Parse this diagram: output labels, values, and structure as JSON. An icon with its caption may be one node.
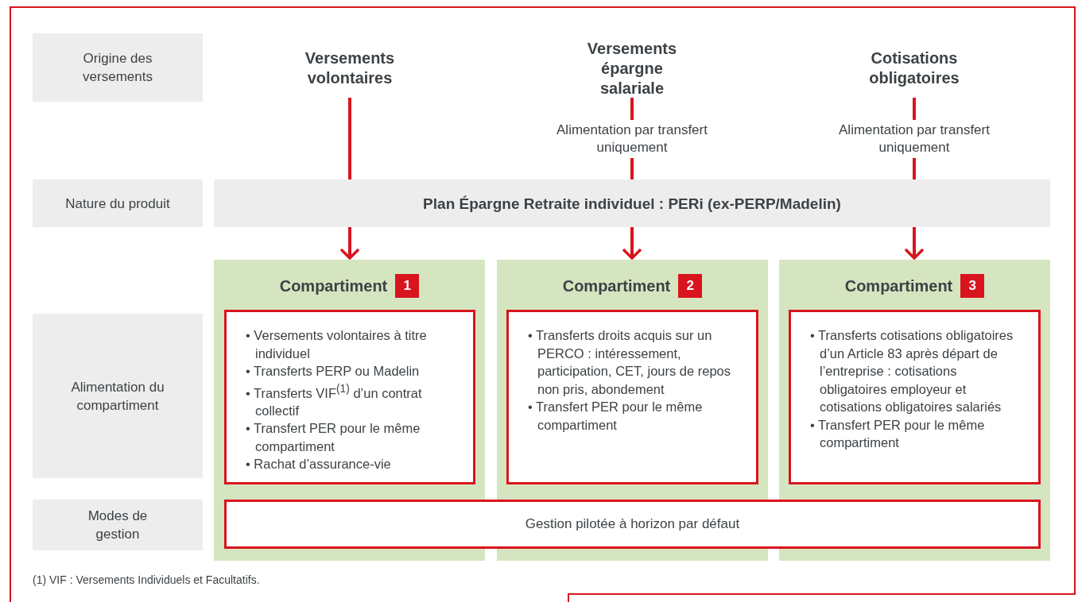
{
  "diagram": {
    "nodes": [
      {
        "text": [
          "Origine des versements"
        ]
      },
      {
        "text": [
          "Versements volontaires"
        ]
      },
      {
        "text": [
          "Versements épargne salariale"
        ]
      },
      {
        "text": [
          "Cotisations obligatoires"
        ]
      },
      {
        "text": [
          "Nature du produit"
        ]
      },
      {
        "text": [
          "Plan Épargne Retraite individuel : PERi (ex-PERP/Madelin)"
        ]
      },
      {
        "text": [
          "Compartiment",
          "1"
        ]
      },
      {
        "text": [
          "• Versements volontaires à titre individuel",
          "• Transferts PERP ou Madelin",
          "• Transferts VIF$^{(1)}$ d’un contrat collectif",
          "• Transfert PER pour le même compartiment",
          "• Rachat d’assurance-vie"
        ],
        "in": 6
      },
      {
        "text": [
          "Compartiment",
          "2"
        ]
      },
      {
        "text": [
          "• Transferts droits acquis sur un PERCO : intéressement, participation, CET, jours de repos non pris, abondement",
          "• Transfert PER pour le même compartiment"
        ],
        "in": 8
      },
      {
        "text": [
          "Compartiment",
          "3"
        ]
      },
      {
        "text": [
          "• Transferts cotisations obligatoires d’un Article 83 après départ de l’entreprise : cotisations obligatoires employeur et cotisations obligatoires salariés",
          "• Transfert PER pour le même compartiment"
        ],
        "in": 10
      },
      {
        "text": [
          "Alimentation du compartiment"
        ]
      },
      {
        "text": [
          "Modes de gestion"
        ]
      },
      {
        "text": [
          "Gestion pilotée à horizon par défaut"
        ]
      }
    ],
    "edges": [
      {
        "from": 1,
        "to": 5,
        "arrow": "none"
      },
      {
        "from": 2,
        "to": 5,
        "arrow": "none",
        "label": "Alimentation par transfert uniquement"
      },
      {
        "from": 3,
        "to": 5,
        "arrow": "none",
        "label": "Alimentation par transfert uniquement"
      },
      {
        "from": 5,
        "to": 6,
        "arrow": "to"
      },
      {
        "from": 5,
        "to": 8,
        "arrow": "to"
      },
      {
        "from": 5,
        "to": 10,
        "arrow": "to"
      }
    ],
    "labels": [
      "(1) VIF : Versements Individuels et Facultatifs."
    ]
  }
}
